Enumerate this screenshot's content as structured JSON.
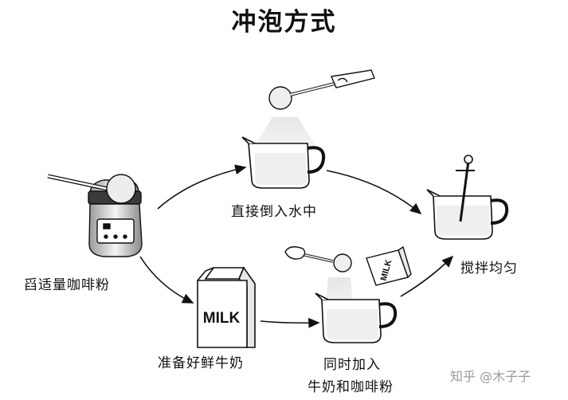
{
  "title": "冲泡方式",
  "steps": {
    "scoop_coffee": "舀适量咖啡粉",
    "prepare_milk": "准备好鲜牛奶",
    "add_to_water": "直接倒入水中",
    "add_together_line1": "同时加入",
    "add_together_line2": "牛奶和咖啡粉",
    "stir": "搅拌均匀"
  },
  "milk_carton_text": "MILK",
  "watermark": "知乎 @木子子",
  "colors": {
    "stroke": "#111111",
    "powder_stream": "#d9d9d9",
    "liquid": "#eeeeee"
  }
}
